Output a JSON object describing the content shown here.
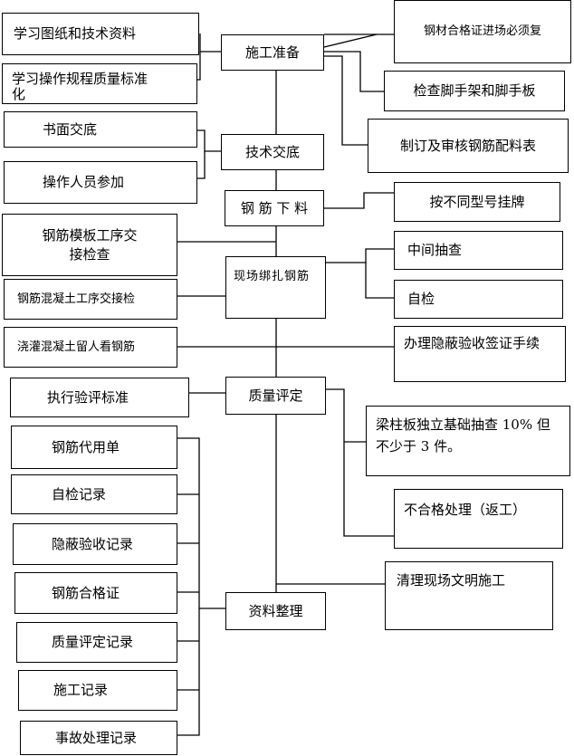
{
  "left": {
    "study_drawings": "学习图纸和技术资料",
    "study_rules": "学习操作规程质量标准",
    "study_rules_tail": "化",
    "written_briefing": "书面交底",
    "operators_join": "操作人员参加",
    "formwork_handover": "钢筋模板工序交接检查",
    "concrete_handover": "钢筋混凝土工序交接检",
    "pour_watch": "浇灌混凝土留人看钢筋",
    "exec_standard": "执行验评标准",
    "records": [
      "钢筋代用单",
      "自检记录",
      "隐蔽验收记录",
      "钢筋合格证",
      "质量评定记录",
      "施工记录",
      "事故处理记录"
    ]
  },
  "center": {
    "prep": "施工准备",
    "tech_brief": "技术交底",
    "cutting": "钢 筋 下 料",
    "binding": "现场绑扎钢筋",
    "quality": "质量评定",
    "docs": "资料整理"
  },
  "right": {
    "steel_recheck": "钢材合格证进场必须复",
    "check_scaffold": "检查脚手架和脚手板",
    "rebar_schedule": "制订及审核钢筋配料表",
    "tag_by_type": "按不同型号挂牌",
    "mid_spot_check": "中间抽查",
    "self_check": "自检",
    "hidden_acceptance": "办理隐蔽验收签证手续",
    "sampling": "梁柱板独立基础抽查 10% 但不少于 3 件。",
    "rework": "不合格处理（返工）",
    "site_cleanup": "清理现场文明施工"
  }
}
